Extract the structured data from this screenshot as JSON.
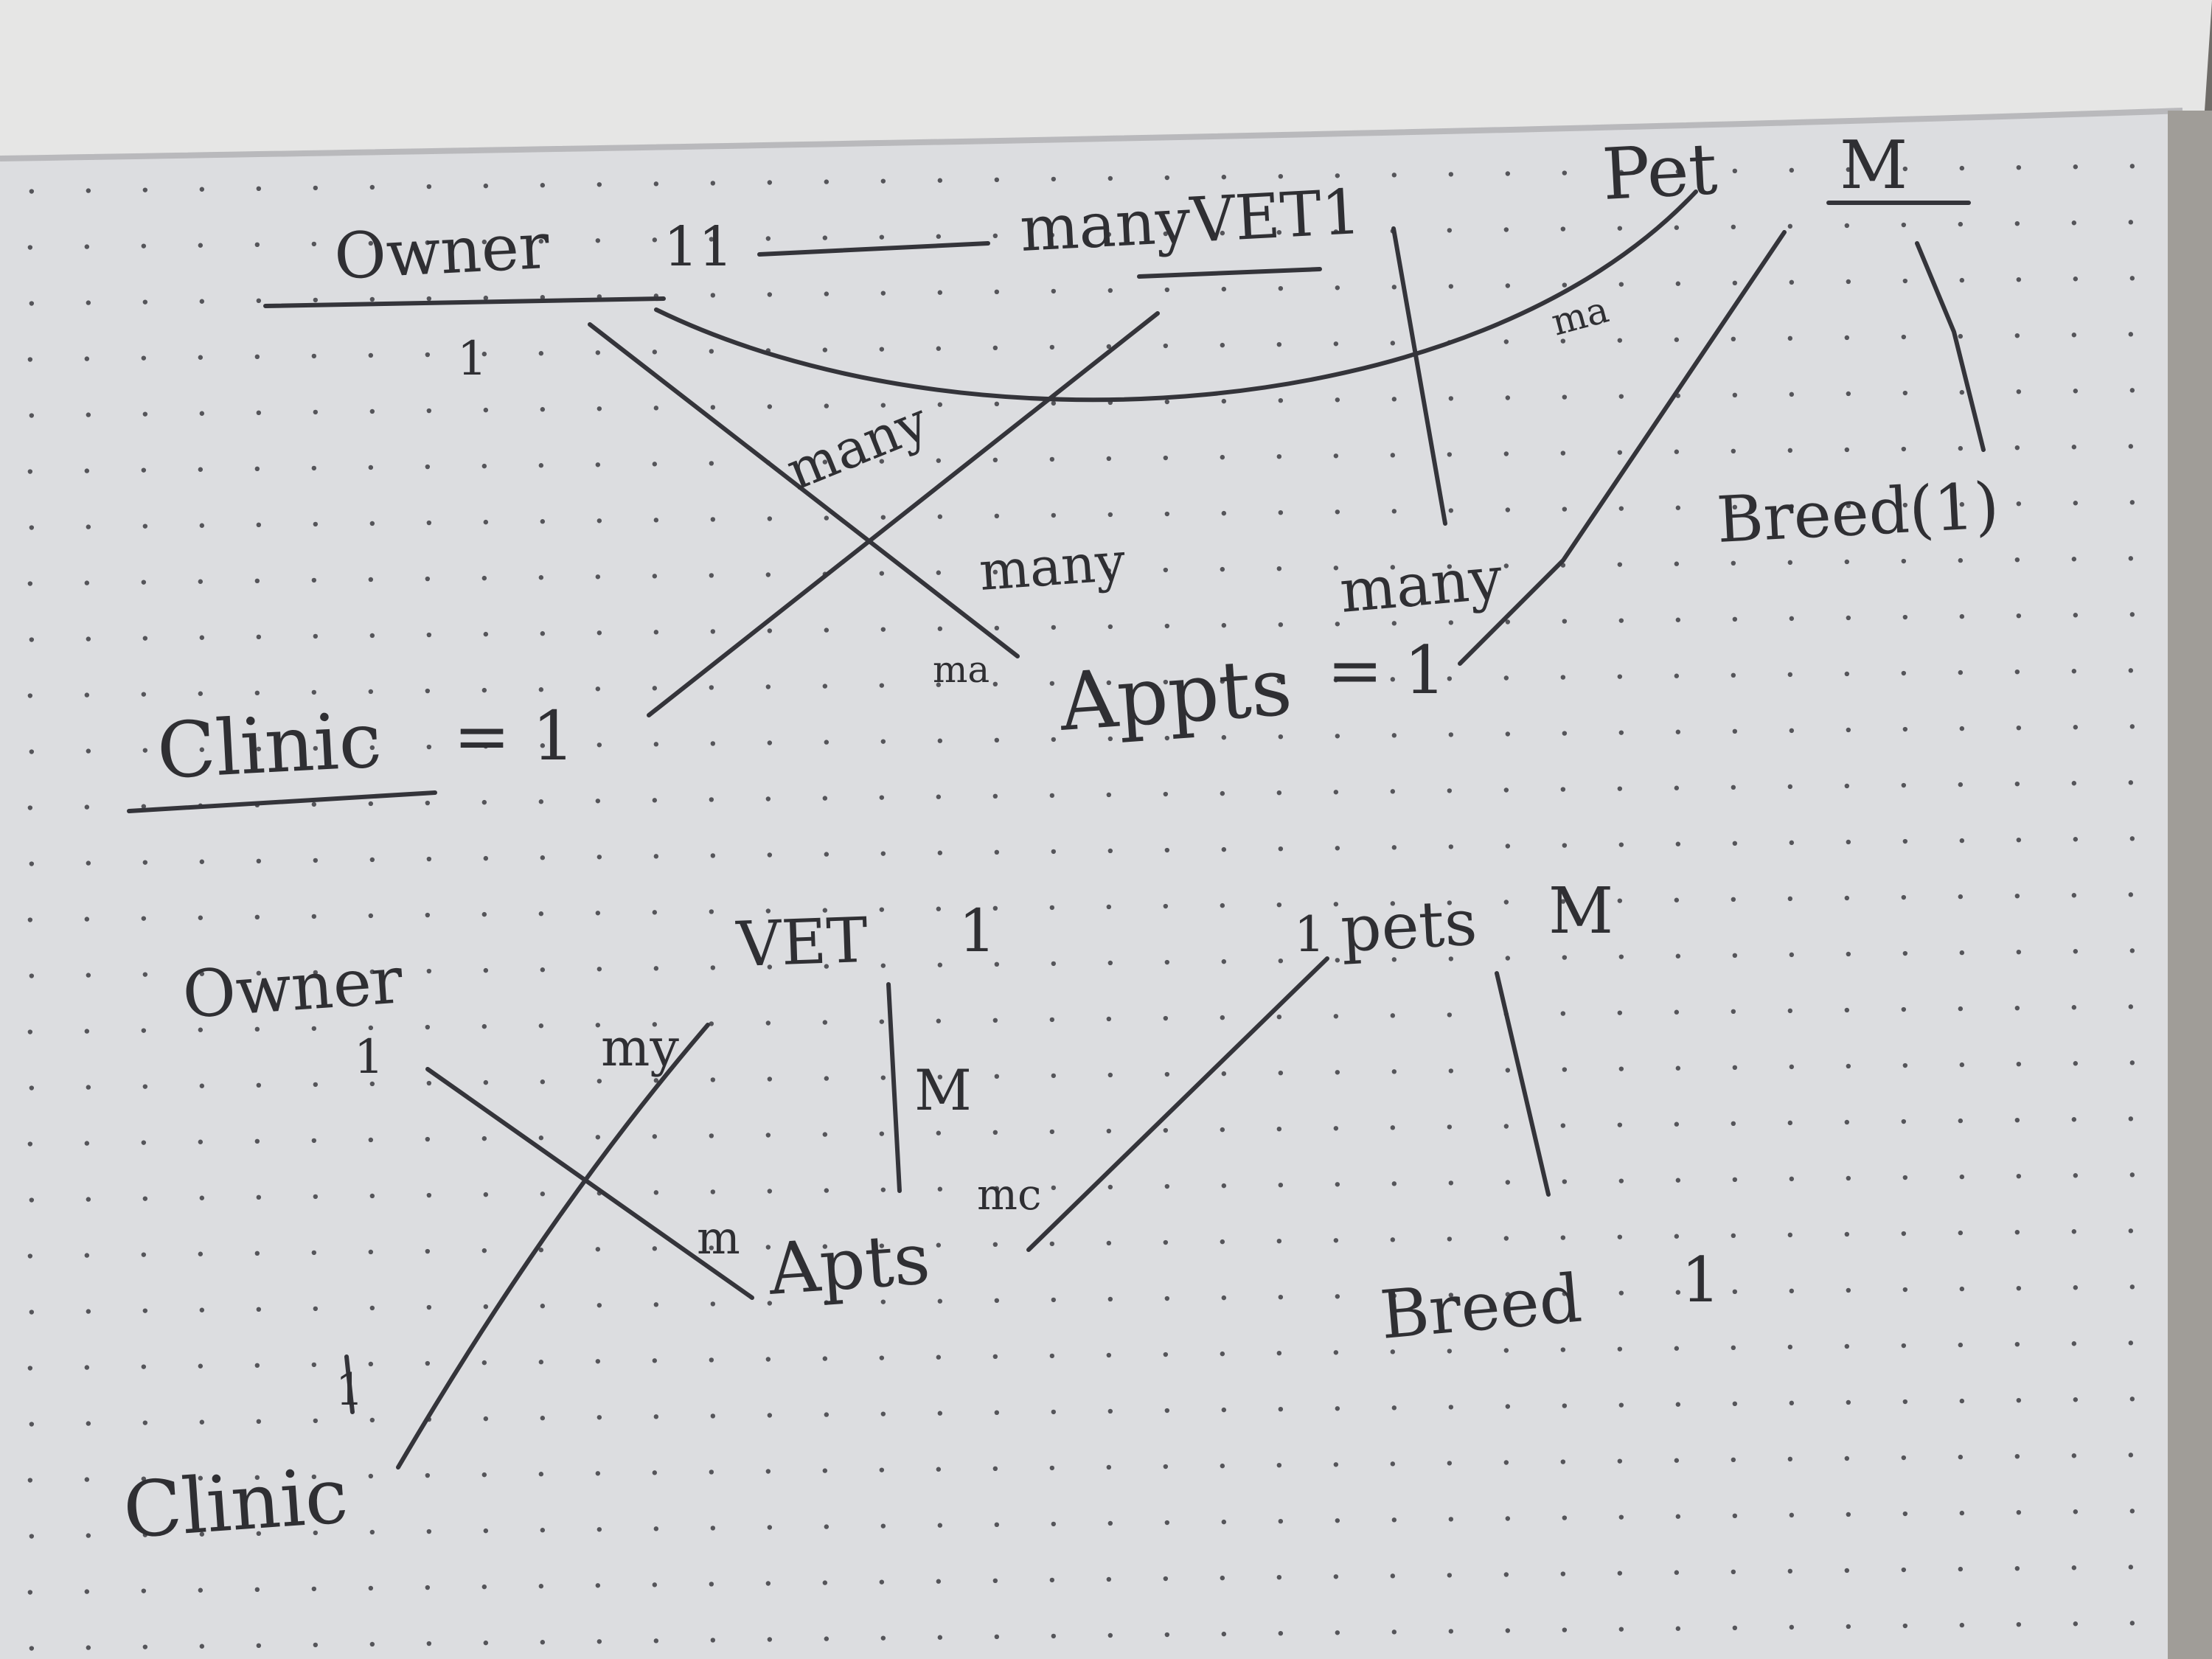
{
  "colors": {
    "paper": "#dcdde0",
    "paper_shadow": "#b9b9bc",
    "top_page": "#e6e6e5",
    "ink": "#34343a",
    "dot": "#55555a",
    "background": "#6f6c68"
  },
  "diagram_top": {
    "owner": "Owner",
    "owner_card": "11",
    "owner_below": "1",
    "vet": "manyVET1",
    "pet": "Pet",
    "pet_card": "M",
    "breed": "Breed(1)",
    "clinic": "Clinic",
    "clinic_card": "= 1",
    "appts": "Appts",
    "appts_card": "= 1",
    "label_many_1": "many",
    "label_many_2": "many",
    "label_many_3": "many",
    "label_ma_1": "ma",
    "label_ma_2": "ma"
  },
  "diagram_bottom": {
    "owner": "Owner",
    "owner_card": "1",
    "vet": "VET",
    "vet_card": "1",
    "pets": "pets",
    "pets_card": "M",
    "pets_left_card": "1",
    "breed": "Breed",
    "breed_card": "1",
    "clinic": "Clinic",
    "clinic_card": "1",
    "apts": "Apts",
    "apts_left_card": "m",
    "label_my": "my",
    "label_M": "M",
    "label_mc": "mc"
  }
}
